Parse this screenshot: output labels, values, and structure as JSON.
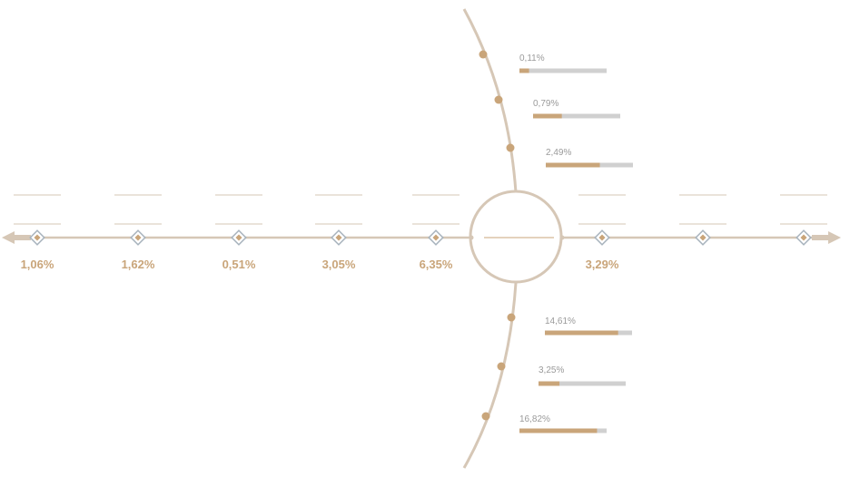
{
  "colors": {
    "accent": "#c9a57a",
    "line": "#d6c7b6",
    "track": "#d0d0d0",
    "node_border": "#a8b3bd"
  },
  "timeline": {
    "nodes": [
      {
        "value": "1,06%"
      },
      {
        "value": "1,62%"
      },
      {
        "value": "0,51%"
      },
      {
        "value": "3,05%"
      },
      {
        "value": "6,35%"
      },
      {
        "value": "3,29%"
      },
      {
        "value": ""
      },
      {
        "value": ""
      }
    ]
  },
  "branches": {
    "top": [
      {
        "label": "0,11%",
        "fraction": 0.11
      },
      {
        "label": "0,79%",
        "fraction": 0.33
      },
      {
        "label": "2,49%",
        "fraction": 0.62
      }
    ],
    "bottom": [
      {
        "label": "14,61%",
        "fraction": 0.84
      },
      {
        "label": "3,25%",
        "fraction": 0.24
      },
      {
        "label": "16,82%",
        "fraction": 0.89
      }
    ]
  }
}
